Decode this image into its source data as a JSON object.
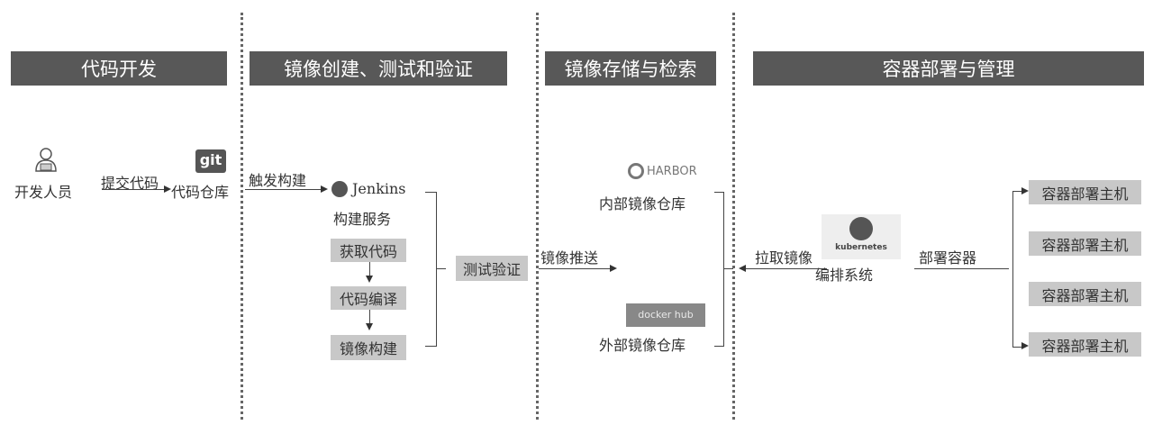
{
  "headers": [
    "代码开发",
    "镜像创建、测试和验证",
    "镜像存储与检索",
    "容器部署与管理"
  ],
  "nodes": {
    "developer": "开发人员",
    "repo": "代码仓库",
    "git_logo": "git",
    "jenkins_logo": "Jenkins",
    "build_service": "构建服务",
    "orchestrator": "编排系统",
    "k8s_logo": "kubernetes",
    "harbor_logo": "HARBOR",
    "internal_registry": "内部镜像仓库",
    "docker_logo": "docker hub",
    "external_registry": "外部镜像仓库",
    "test": "测试验证"
  },
  "steps": [
    "获取代码",
    "代码编译",
    "镜像构建"
  ],
  "edges": {
    "commit": "提交代码",
    "trigger": "触发构建",
    "push": "镜像推送",
    "pull": "拉取镜像",
    "deploy": "部署容器"
  },
  "hosts": [
    "容器部署主机",
    "容器部署主机",
    "容器部署主机",
    "容器部署主机"
  ]
}
